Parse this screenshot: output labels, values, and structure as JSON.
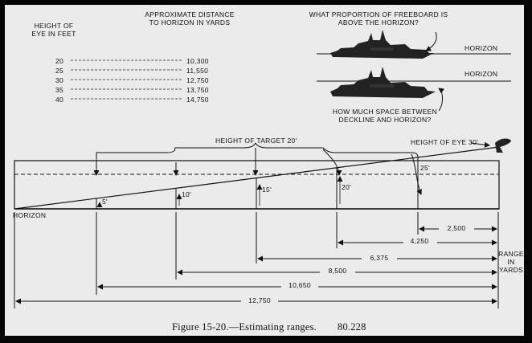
{
  "table": {
    "header_height": "HEIGHT OF EYE IN FEET",
    "header_distance": "APPROXIMATE DISTANCE TO HORIZON IN YARDS",
    "rows": [
      {
        "height": "20",
        "distance": "10,300"
      },
      {
        "height": "25",
        "distance": "11,550"
      },
      {
        "height": "30",
        "distance": "12,750"
      },
      {
        "height": "35",
        "distance": "13,750"
      },
      {
        "height": "40",
        "distance": "14,750"
      }
    ]
  },
  "ships": {
    "question_top": "WHAT PROPORTION OF FREEBOARD IS ABOVE THE HORIZON?",
    "horizon_label_1": "HORIZON",
    "horizon_label_2": "HORIZON",
    "question_bottom": "HOW MUCH SPACE BETWEEN DECKLINE AND HORIZON?"
  },
  "diagram": {
    "height_of_target": "HEIGHT OF TARGET 20'",
    "height_of_eye": "HEIGHT OF EYE 30'",
    "horizon_label": "HORIZON",
    "heights": [
      {
        "label": "5'",
        "feet": 5
      },
      {
        "label": "10'",
        "feet": 10
      },
      {
        "label": "15'",
        "feet": 15
      },
      {
        "label": "20'",
        "feet": 20
      },
      {
        "label": "25'",
        "feet": 25
      }
    ],
    "ranges": [
      {
        "label": "2,500",
        "yards": 2500
      },
      {
        "label": "4,250",
        "yards": 4250
      },
      {
        "label": "6,375",
        "yards": 6375
      },
      {
        "label": "8,500",
        "yards": 8500
      },
      {
        "label": "10,650",
        "yards": 10650
      },
      {
        "label": "12,750",
        "yards": 12750
      }
    ],
    "range_unit": "RANGE IN YARDS"
  },
  "caption": {
    "text": "Figure 15-20.—Estimating ranges.",
    "number": "80.228"
  }
}
